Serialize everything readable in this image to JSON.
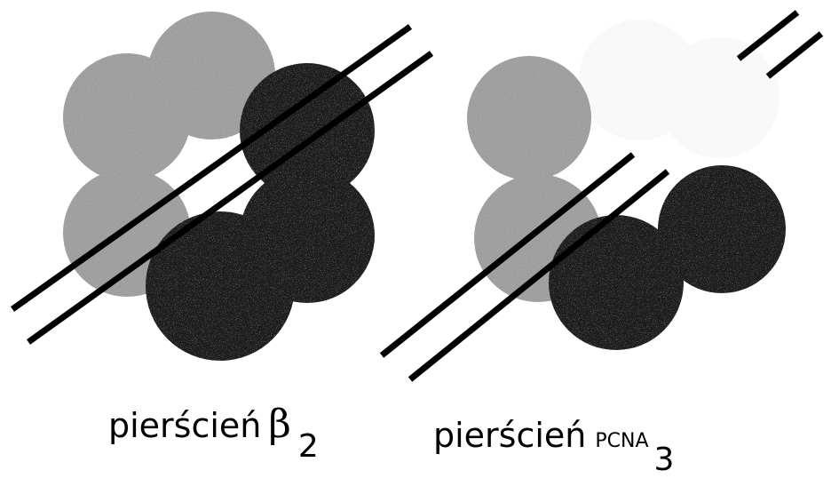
{
  "colors": {
    "light_subunit": "#9a9a9a",
    "dark_subunit": "#1a1a1a",
    "dna_line": "#000000",
    "background": "#ffffff"
  },
  "captions": {
    "left": {
      "word": "pierścień",
      "symbol": "β",
      "subscript": "2"
    },
    "right": {
      "word": "pierścień",
      "symbol": "PCNA",
      "subscript": "3"
    }
  }
}
